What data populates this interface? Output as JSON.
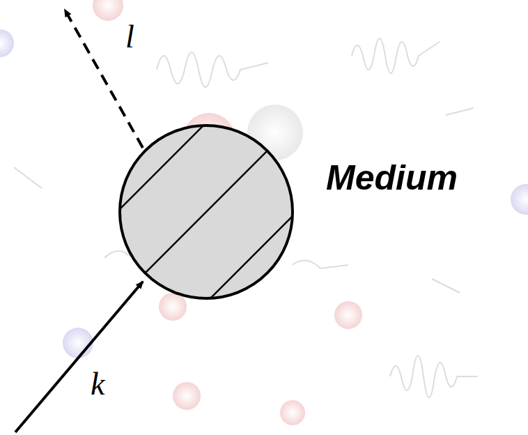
{
  "diagram": {
    "nodes": [
      {
        "text": [
          "Medium"
        ]
      }
    ],
    "labels": [
      "k",
      "l"
    ]
  }
}
